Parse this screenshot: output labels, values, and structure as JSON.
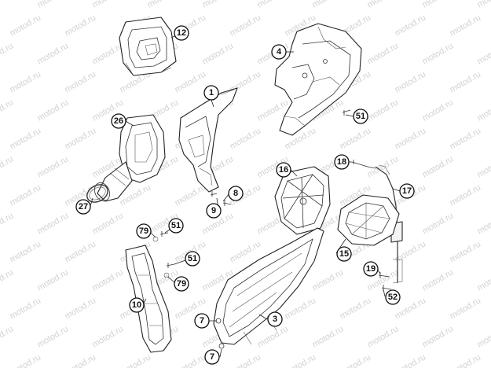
{
  "watermark": {
    "text": "motod.ru"
  },
  "callouts": [
    {
      "id": "c12",
      "label": "12"
    },
    {
      "id": "c4",
      "label": "4"
    },
    {
      "id": "c1",
      "label": "1"
    },
    {
      "id": "c26",
      "label": "26"
    },
    {
      "id": "c51a",
      "label": "51"
    },
    {
      "id": "c16",
      "label": "16"
    },
    {
      "id": "c18",
      "label": "18"
    },
    {
      "id": "c17",
      "label": "17"
    },
    {
      "id": "c8",
      "label": "8"
    },
    {
      "id": "c9",
      "label": "9"
    },
    {
      "id": "c27",
      "label": "27"
    },
    {
      "id": "c79a",
      "label": "79"
    },
    {
      "id": "c51b",
      "label": "51"
    },
    {
      "id": "c51c",
      "label": "51"
    },
    {
      "id": "c79b",
      "label": "79"
    },
    {
      "id": "c15",
      "label": "15"
    },
    {
      "id": "c19",
      "label": "19"
    },
    {
      "id": "c52",
      "label": "52"
    },
    {
      "id": "c10",
      "label": "10"
    },
    {
      "id": "c3",
      "label": "3"
    },
    {
      "id": "c7a",
      "label": "7"
    },
    {
      "id": "c7b",
      "label": "7"
    }
  ]
}
